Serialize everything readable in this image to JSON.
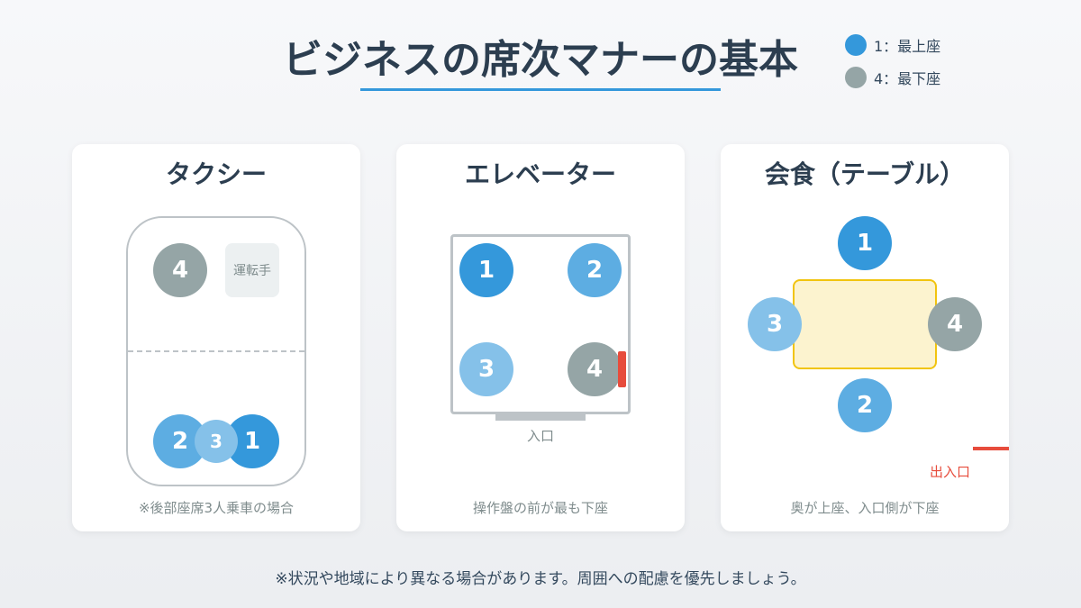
{
  "title": "ビジネスの席次マナーの基本",
  "legend": [
    {
      "label": "1：最上座",
      "color": "#3498db"
    },
    {
      "label": "4：最下座",
      "color": "#95a5a6"
    }
  ],
  "taxi": {
    "title": "タクシー",
    "driver": "運転手",
    "seats": [
      "1",
      "2",
      "3",
      "4"
    ],
    "caption": "※後部座席3人乗車の場合"
  },
  "elevator": {
    "title": "エレベーター",
    "seats": [
      "1",
      "2",
      "3",
      "4"
    ],
    "entrance": "入口",
    "caption": "操作盤の前が最も下座"
  },
  "dining": {
    "title": "会食（テーブル）",
    "seats": [
      "1",
      "2",
      "3",
      "4"
    ],
    "entrance": "出入口",
    "caption": "奥が上座、入口側が下座"
  },
  "footer": "※状況や地域により異なる場合があります。周囲への配慮を優先しましょう。"
}
